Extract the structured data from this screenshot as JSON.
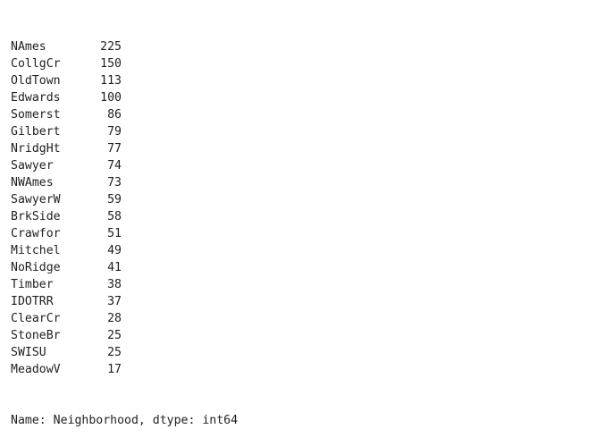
{
  "series": {
    "rows": [
      {
        "index": "NAmes",
        "value": "225"
      },
      {
        "index": "CollgCr",
        "value": "150"
      },
      {
        "index": "OldTown",
        "value": "113"
      },
      {
        "index": "Edwards",
        "value": "100"
      },
      {
        "index": "Somerst",
        "value": "86"
      },
      {
        "index": "Gilbert",
        "value": "79"
      },
      {
        "index": "NridgHt",
        "value": "77"
      },
      {
        "index": "Sawyer",
        "value": "74"
      },
      {
        "index": "NWAmes",
        "value": "73"
      },
      {
        "index": "SawyerW",
        "value": "59"
      },
      {
        "index": "BrkSide",
        "value": "58"
      },
      {
        "index": "Crawfor",
        "value": "51"
      },
      {
        "index": "Mitchel",
        "value": "49"
      },
      {
        "index": "NoRidge",
        "value": "41"
      },
      {
        "index": "Timber",
        "value": "38"
      },
      {
        "index": "IDOTRR",
        "value": "37"
      },
      {
        "index": "ClearCr",
        "value": "28"
      },
      {
        "index": "StoneBr",
        "value": "25"
      },
      {
        "index": "SWISU",
        "value": "25"
      },
      {
        "index": "MeadowV",
        "value": "17"
      }
    ],
    "footer": "Name: Neighborhood, dtype: int64"
  }
}
